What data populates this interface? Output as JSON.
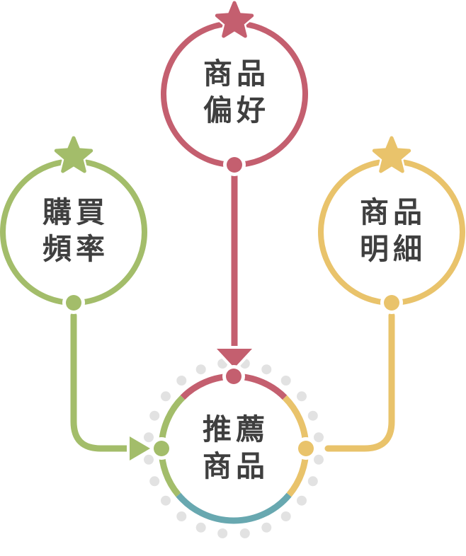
{
  "palette": {
    "background": "#ffffff",
    "text": "#3f3f3f",
    "ring_dots": "#e2e2e2"
  },
  "nodes": {
    "top": {
      "id": "product-preference",
      "line1": "商品",
      "line2": "偏好",
      "color": "#c45f6f",
      "icon": "star-icon"
    },
    "left": {
      "id": "purchase-frequency",
      "line1": "購買",
      "line2": "頻率",
      "color": "#a3bd6a",
      "icon": "star-icon"
    },
    "right": {
      "id": "product-detail",
      "line1": "商品",
      "line2": "明細",
      "color": "#e9c36b",
      "icon": "star-icon"
    },
    "center": {
      "id": "recommended-products",
      "line1": "推薦",
      "line2": "商品",
      "border_colors": {
        "top": "#c45f6f",
        "right": "#e9c36b",
        "bottom": "#68a8b0",
        "left": "#a3bd6a"
      }
    }
  },
  "center_ring": {
    "count": 24,
    "radius": 121,
    "dot_radius": 7,
    "start_deg": 97.5,
    "step_deg": 15,
    "color": "#e2e2e2"
  },
  "connectors": [
    {
      "from": "product-preference",
      "to": "recommended-products",
      "style": "arrow"
    },
    {
      "from": "purchase-frequency",
      "to": "recommended-products",
      "style": "arrow"
    },
    {
      "from": "product-detail",
      "to": "recommended-products",
      "style": "line"
    }
  ]
}
